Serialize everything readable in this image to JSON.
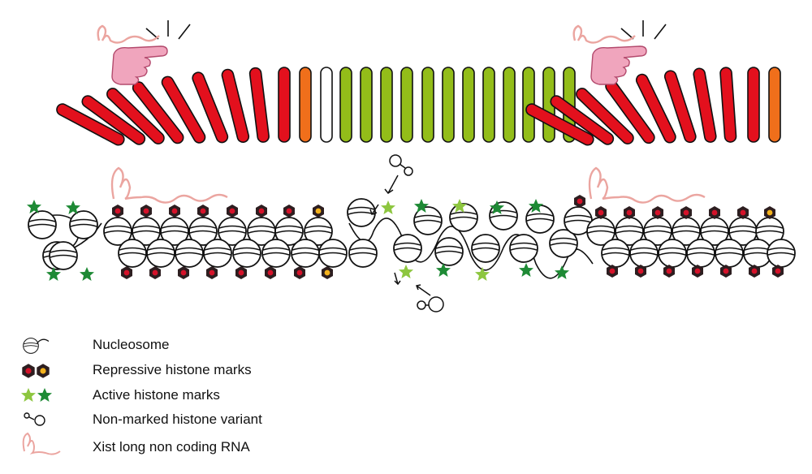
{
  "legend": {
    "items": [
      {
        "label": "Nucleosome",
        "icon": "nucleosome-icon"
      },
      {
        "label": "Repressive histone marks",
        "icon": "repressive-mark-icon"
      },
      {
        "label": "Active histone marks",
        "icon": "active-mark-icon"
      },
      {
        "label": "Non-marked histone variant",
        "icon": "histone-variant-icon"
      },
      {
        "label": "Xist long non coding RNA",
        "icon": "xist-rna-icon"
      }
    ]
  },
  "colors": {
    "repressive": "#e3101d",
    "boundary": "#f06f1b",
    "active": "#93bd19",
    "neutral": "#ffffff",
    "mark_dark": "#2d1e20",
    "mark_red": "#d5122a",
    "mark_yellow": "#f4b21c",
    "star_dark": "#1e8a35",
    "star_light": "#8dc63f",
    "xist": "#eba5a0",
    "hand": "#f0a5bd"
  },
  "domino_sequence": [
    "repressive",
    "repressive",
    "repressive",
    "repressive",
    "repressive",
    "repressive",
    "repressive",
    "repressive",
    "repressive",
    "boundary",
    "neutral",
    "active",
    "active",
    "active",
    "active",
    "active",
    "active",
    "active",
    "active",
    "active",
    "active",
    "active",
    "active",
    "repressive",
    "repressive",
    "repressive",
    "repressive",
    "repressive",
    "repressive",
    "repressive",
    "repressive",
    "repressive",
    "boundary"
  ]
}
